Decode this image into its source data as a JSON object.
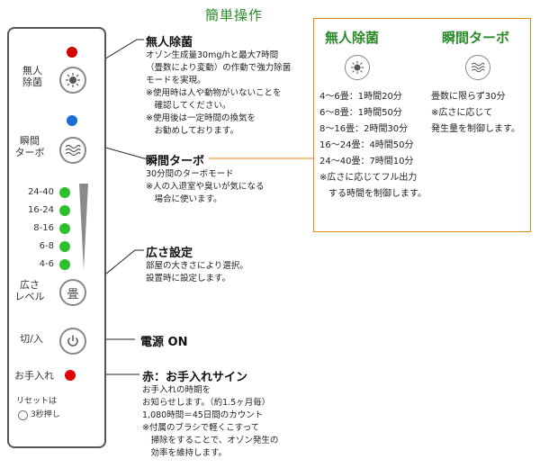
{
  "title": "簡単操作",
  "panel": {
    "sterilize_label": "無人\n除菌",
    "turbo_label": "瞬間\nターボ",
    "levels": [
      "24-40",
      "16-24",
      "8-16",
      "6-8",
      "4-6"
    ],
    "size_label": "広さ\nレベル",
    "size_button_glyph": "畳",
    "power_label": "切/入",
    "care_label": "お手入れ",
    "reset_label": "リセットは",
    "reset_sub": "3秒押し",
    "colors": {
      "sterilize_led": "#d40000",
      "turbo_led": "#1a6fd1",
      "level_led": "#2dbf2d",
      "care_led": "#e00000"
    }
  },
  "annotations": {
    "sterilize": {
      "heading": "無人除菌",
      "lines": [
        "オゾン生成量30mg/hと最大7時間",
        "（畳数により変動）の作動で強力除菌",
        "モードを実現。",
        "※使用時は人や動物がいないことを",
        "　確認してください。",
        "※使用後は一定時間の換気を",
        "　お勧めしております。"
      ]
    },
    "turbo": {
      "heading": "瞬間ターボ",
      "lines": [
        "30分間のターボモード",
        "※人の入退室や臭いが気になる",
        "　場合に使います。"
      ]
    },
    "size": {
      "heading": "広さ設定",
      "lines": [
        "部屋の大きさにより選択。",
        "設置時に設定します。"
      ]
    },
    "power": {
      "heading": "電源 ON"
    },
    "care": {
      "heading": "赤：お手入れサイン",
      "lines": [
        "お手入れの時期を",
        "お知らせします。（約1.5ヶ月毎）",
        "1,080時間＝45日間のカウント",
        "※付属のブラシで軽くこすって",
        "　掃除をすることで、オゾン発生の",
        "　効率を維持します。"
      ]
    }
  },
  "comparison": {
    "left_title": "無人除菌",
    "right_title": "瞬間ターボ",
    "left_lines": [
      "4～6畳：1時間20分",
      "6～8畳：1時間50分",
      "8～16畳：2時間30分",
      "16～24畳：4時間50分",
      "24～40畳：7時間10分",
      "※広さに応じてフル出力",
      "　する時間を制御します。"
    ],
    "right_lines": [
      "畳数に限らず30分",
      "※広さに応じて",
      "発生量を制御します。"
    ]
  },
  "icons": {
    "sterilize": "sun-burst-icon",
    "turbo": "wave-icon",
    "power": "power-icon",
    "reset": "reset-circle-icon"
  }
}
